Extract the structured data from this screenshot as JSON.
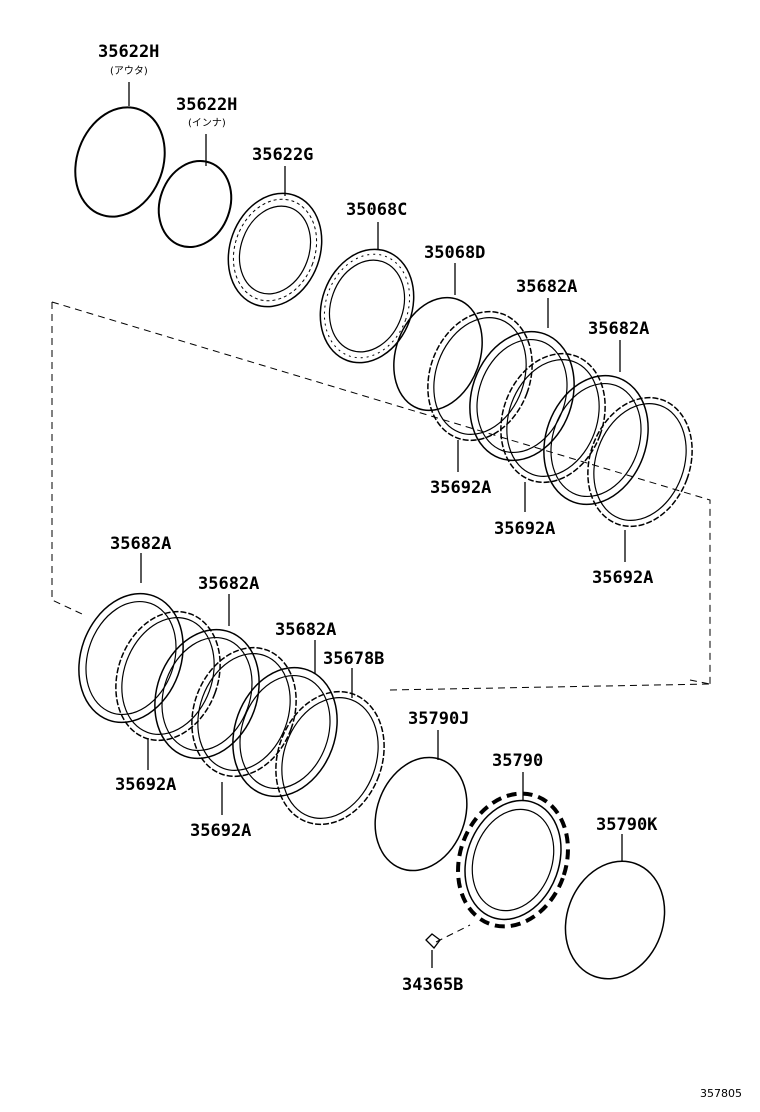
{
  "callouts": [
    {
      "id": "35622h-outer",
      "part_number": "35622H",
      "note": "(アウタ)"
    },
    {
      "id": "35622h-inner",
      "part_number": "35622H",
      "note": "(インナ)"
    },
    {
      "id": "35622g",
      "part_number": "35622G"
    },
    {
      "id": "35068c",
      "part_number": "35068C"
    },
    {
      "id": "35068d",
      "part_number": "35068D"
    },
    {
      "id": "35682a-1",
      "part_number": "35682A"
    },
    {
      "id": "35682a-2",
      "part_number": "35682A"
    },
    {
      "id": "35692a-1",
      "part_number": "35692A"
    },
    {
      "id": "35692a-2",
      "part_number": "35692A"
    },
    {
      "id": "35692a-3",
      "part_number": "35692A"
    },
    {
      "id": "35682a-3",
      "part_number": "35682A"
    },
    {
      "id": "35682a-4",
      "part_number": "35682A"
    },
    {
      "id": "35682a-5",
      "part_number": "35682A"
    },
    {
      "id": "35678b",
      "part_number": "35678B"
    },
    {
      "id": "35692a-4",
      "part_number": "35692A"
    },
    {
      "id": "35692a-5",
      "part_number": "35692A"
    },
    {
      "id": "35790j",
      "part_number": "35790J"
    },
    {
      "id": "35790",
      "part_number": "35790"
    },
    {
      "id": "35790k",
      "part_number": "35790K"
    },
    {
      "id": "34365b",
      "part_number": "34365B"
    }
  ],
  "diagram_id": "357805"
}
